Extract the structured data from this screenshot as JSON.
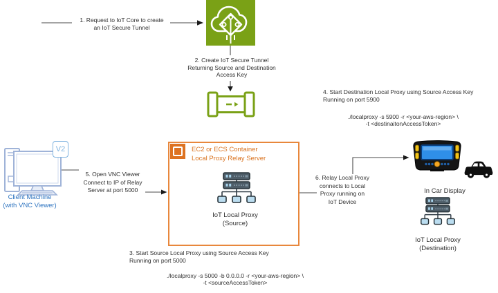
{
  "colors": {
    "aws_green": "#7AA116",
    "aws_orange": "#DD7222",
    "orange_text": "#D9711C",
    "blue_label": "#2E74C0",
    "client_icon_stroke": "#9FB3D8"
  },
  "steps": {
    "s1": {
      "l1": "1. Request to IoT Core to create",
      "l2": "an IoT Secure Tunnel"
    },
    "s2": {
      "l1": "2. Create IoT Secure Tunnel",
      "l2": "Returning Source and Destination",
      "l3": "Access Key"
    },
    "s3": {
      "l1": "3. Start Source Local Proxy using Source Access Key",
      "l2": "Running on port 5000",
      "cmd1": "./localproxy -s 5000 -b 0.0.0.0 -r <your-aws-region> \\",
      "cmd2": "-t <sourceAccessToken>"
    },
    "s4": {
      "l1": "4. Start Destination Local Proxy using Source Access Key",
      "l2": "Running on port 5900",
      "cmd1": "./localproxy -s 5900  -r <your-aws-region> \\",
      "cmd2": "-t <destinaitonAccessToken>"
    },
    "s5": {
      "l1": "5. Open VNC Viewer",
      "l2": "Connect to IP of Relay",
      "l3": "Server at port 5000"
    },
    "s6": {
      "l1": "6. Relay Local Proxy",
      "l2": "connects to Local",
      "l3": "Proxy running on",
      "l4": "IoT Device"
    }
  },
  "nodes": {
    "client": {
      "label1": "Client Machine",
      "label2": "(with VNC Viewer)",
      "badge": "V2",
      "icon": "desktop-computer-icon"
    },
    "iot_core": {
      "icon": "aws-iot-core-icon"
    },
    "tunnel": {
      "icon": "iot-secure-tunnel-icon"
    },
    "relay": {
      "title1": "EC2 or ECS Container",
      "title2": "Local Proxy Relay Server",
      "icon": "ec2-instance-icon"
    },
    "proxy_source": {
      "label1": "IoT Local Proxy",
      "label2": "(Source)",
      "icon": "iot-local-proxy-icon"
    },
    "car_display": {
      "label": "In Car Display",
      "icon": "car-head-unit-icon"
    },
    "car": {
      "icon": "car-icon"
    },
    "proxy_dest": {
      "label1": "IoT Local Proxy",
      "label2": "(Destination)",
      "icon": "iot-local-proxy-icon"
    }
  }
}
